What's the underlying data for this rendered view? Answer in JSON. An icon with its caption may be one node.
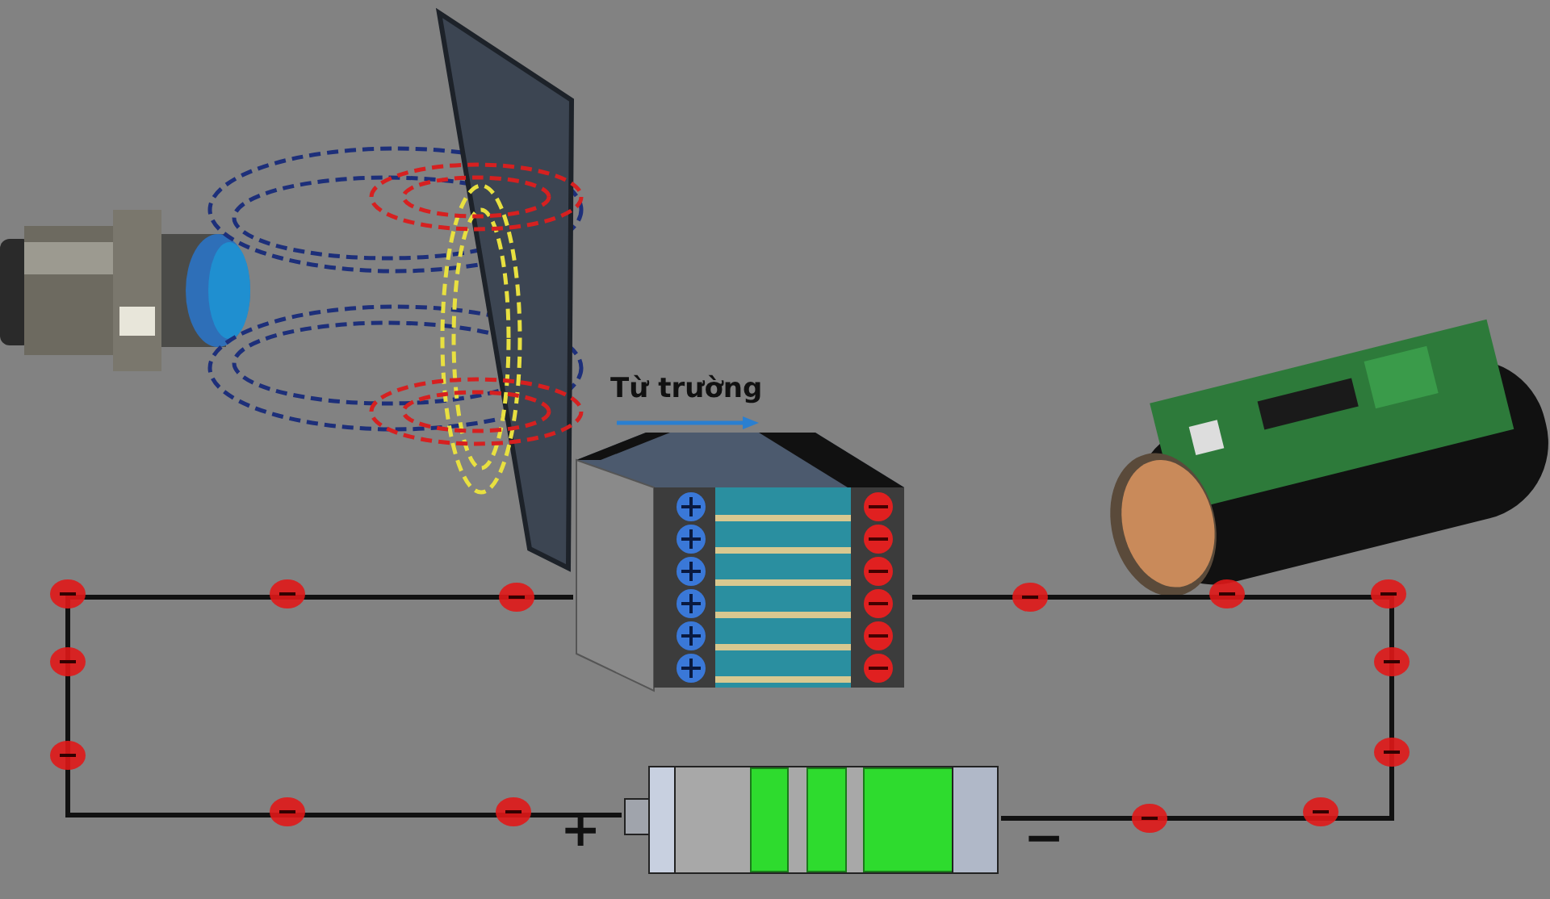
{
  "diagram": {
    "nodes": [
      {
        "text": [],
        "shape": "picture"
      },
      {
        "text": [],
        "shape": "picture"
      }
    ],
    "edges": [
      {
        "from": 0,
        "to": 1,
        "arrow": "none"
      },
      {
        "from": 0,
        "to": 1,
        "arrow": "none"
      }
    ],
    "labels": [
      "Từ trường",
      "+",
      "−"
    ]
  }
}
